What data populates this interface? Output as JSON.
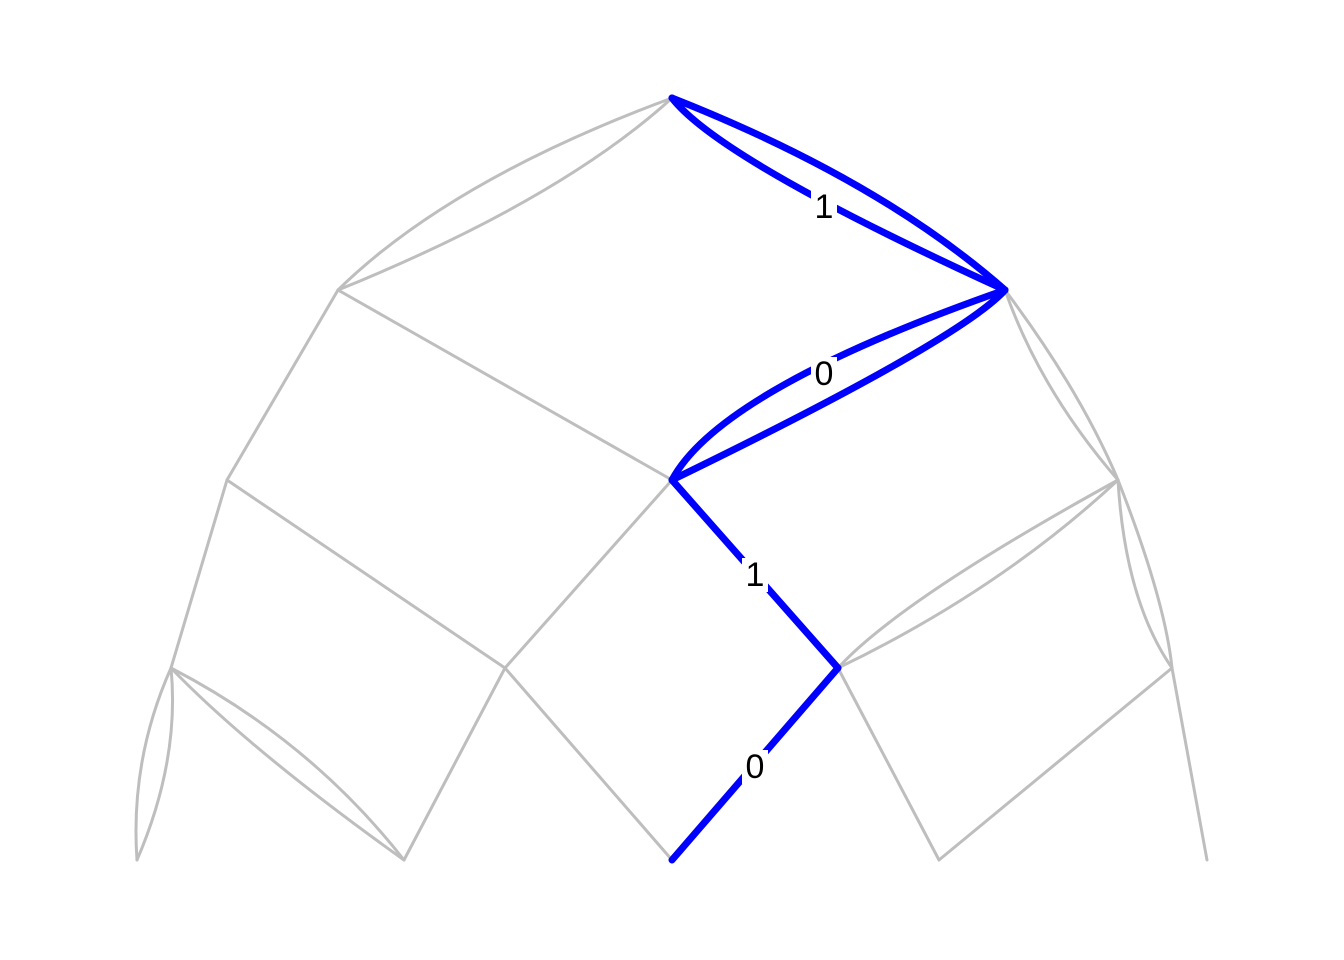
{
  "diagram": {
    "colors": {
      "background": "#ffffff",
      "inactive_edge": "#bebebe",
      "highlighted_path": "#0000ff",
      "label_text": "#000000"
    },
    "highlighted_path_labels": [
      "1",
      "0",
      "1",
      "0"
    ]
  }
}
